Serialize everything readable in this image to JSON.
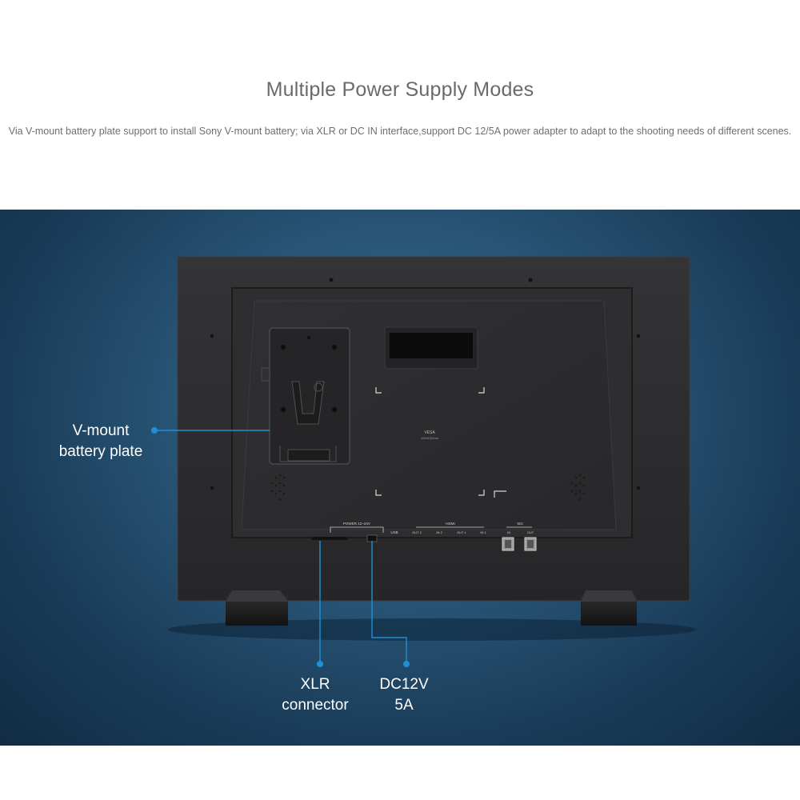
{
  "header": {
    "title": "Multiple Power Supply Modes",
    "description": "Via V-mount battery plate support to install Sony V-mount battery; via XLR or DC IN interface,support DC 12/5A power adapter to adapt to the shooting needs of different scenes."
  },
  "callouts": {
    "vmount_line1": "V-mount",
    "vmount_line2": "battery plate",
    "xlr_line1": "XLR",
    "xlr_line2": "connector",
    "dc_line1": "DC12V",
    "dc_line2": "5A"
  },
  "monitor_labels": {
    "vesa": "VESA",
    "vesa_size": "100x100mm",
    "power": "POWER 12~24V",
    "usb": "USB",
    "hdmi": "HDMI",
    "hdmi_out2": "OUT 2",
    "hdmi_in2": "IN 2",
    "hdmi_out1": "OUT 1",
    "hdmi_in1": "IN 1",
    "sdi": "SDI",
    "sdi_in": "IN",
    "sdi_out": "OUT"
  },
  "colors": {
    "callout_line": "#1f8fd8",
    "background_blue": "#2a587a",
    "monitor_body": "#2b2b2d"
  }
}
